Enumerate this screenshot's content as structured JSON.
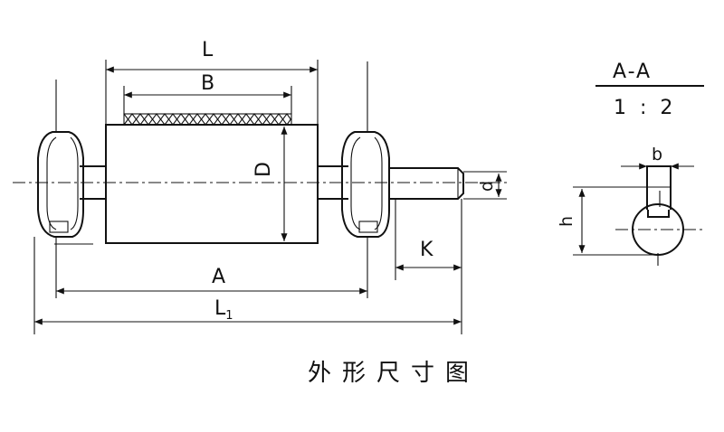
{
  "labels": {
    "L": "L",
    "B": "B",
    "D": "D",
    "d": "d",
    "K": "K",
    "A": "A",
    "L1_main": "L",
    "L1_sub": "1",
    "section": "A-A",
    "scale": "1 : 2",
    "b": "b",
    "h": "h"
  },
  "caption": "外形尺寸图"
}
